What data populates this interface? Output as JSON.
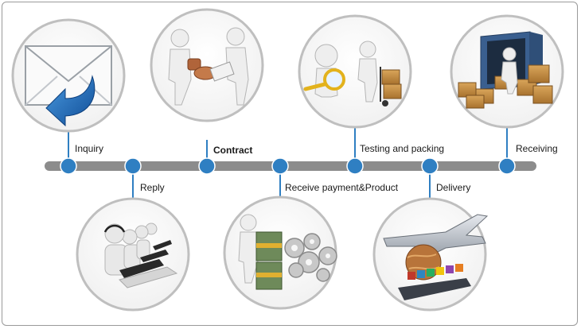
{
  "steps": [
    {
      "label": "Inquiry"
    },
    {
      "label": "Reply"
    },
    {
      "label": "Contract"
    },
    {
      "label": "Receive payment&Product"
    },
    {
      "label": "Testing and packing"
    },
    {
      "label": "Delivery"
    },
    {
      "label": "Receiving"
    }
  ],
  "colors": {
    "timeline": "#8c8c8c",
    "node": "#2f7fc2",
    "circle_border": "#bfbfbf",
    "connector": "#2f7fc2",
    "accent_blue": "#1f5fb0"
  }
}
